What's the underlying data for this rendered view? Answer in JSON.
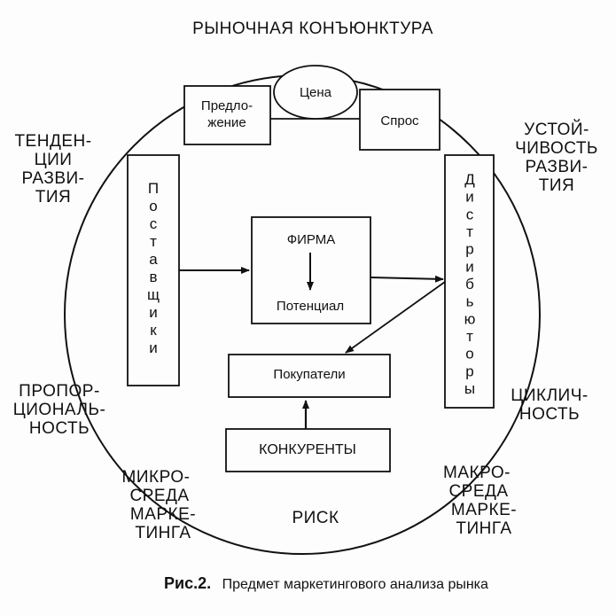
{
  "diagram": {
    "outer_title": "РЫНОЧНАЯ КОНЪЮНКТУРА",
    "left_top_label": [
      "ТЕНДЕН-",
      "ЦИИ",
      "РАЗВИ-",
      "ТИЯ"
    ],
    "right_top_label": [
      "УСТОЙ-",
      "ЧИВОСТЬ",
      "РАЗВИ-",
      "ТИЯ"
    ],
    "left_bottom_label": [
      "ПРОПОР-",
      "ЦИОНАЛЬ-",
      "НОСТЬ"
    ],
    "right_bottom_label": [
      "ЦИКЛИЧ-",
      "НОСТЬ"
    ],
    "micro_label": [
      "МИКРО-",
      "СРЕДА",
      "МАРКЕ-",
      "ТИНГА"
    ],
    "macro_label": [
      "МАКРО-",
      "СРЕДА",
      "МАРКЕ-",
      "ТИНГА"
    ],
    "risk_label": "РИСК",
    "price": "Цена",
    "supply": [
      "Предло-",
      "жение"
    ],
    "demand": "Спрос",
    "suppliers": "Поставщики",
    "distributors": "Дистрибьюторы",
    "firm": "ФИРМА",
    "potential": "Потенциал",
    "buyers": "Покупатели",
    "competitors": "КОНКУРЕНТЫ"
  },
  "caption": {
    "label": "Рис.2.",
    "text": "Предмет маркетингового анализа рынка"
  }
}
